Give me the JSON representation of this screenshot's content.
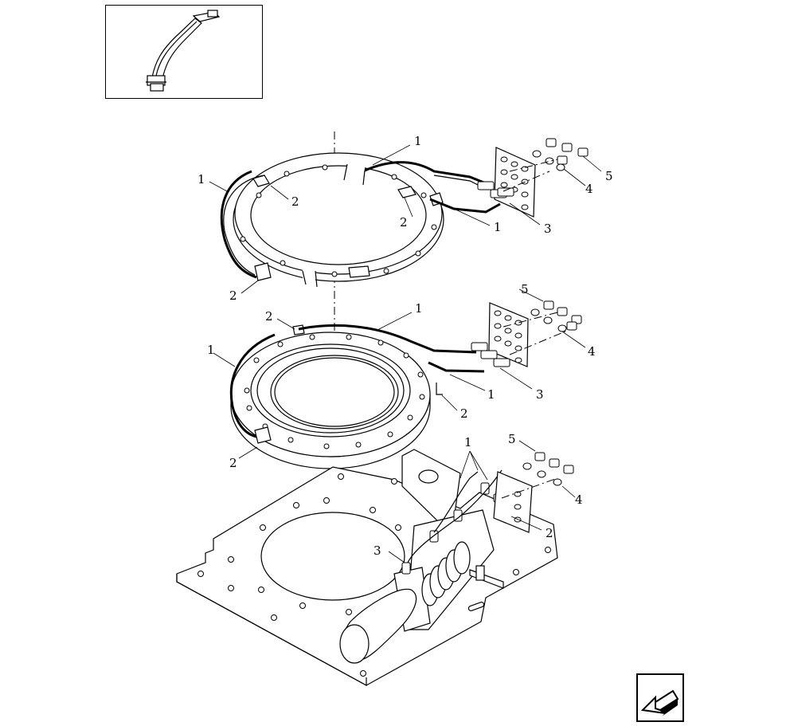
{
  "labels": {
    "top_ring": [
      "1",
      "1",
      "1",
      "2",
      "2",
      "2",
      "3",
      "4",
      "5"
    ],
    "mid_ring": [
      "2",
      "1",
      "1",
      "1",
      "2",
      "2",
      "3",
      "4",
      "5"
    ],
    "base": [
      "1",
      "2",
      "3",
      "4",
      "5"
    ]
  },
  "icons": {
    "thumbnail": "boom-arm-icon",
    "nav": "arrow-back-icon"
  }
}
